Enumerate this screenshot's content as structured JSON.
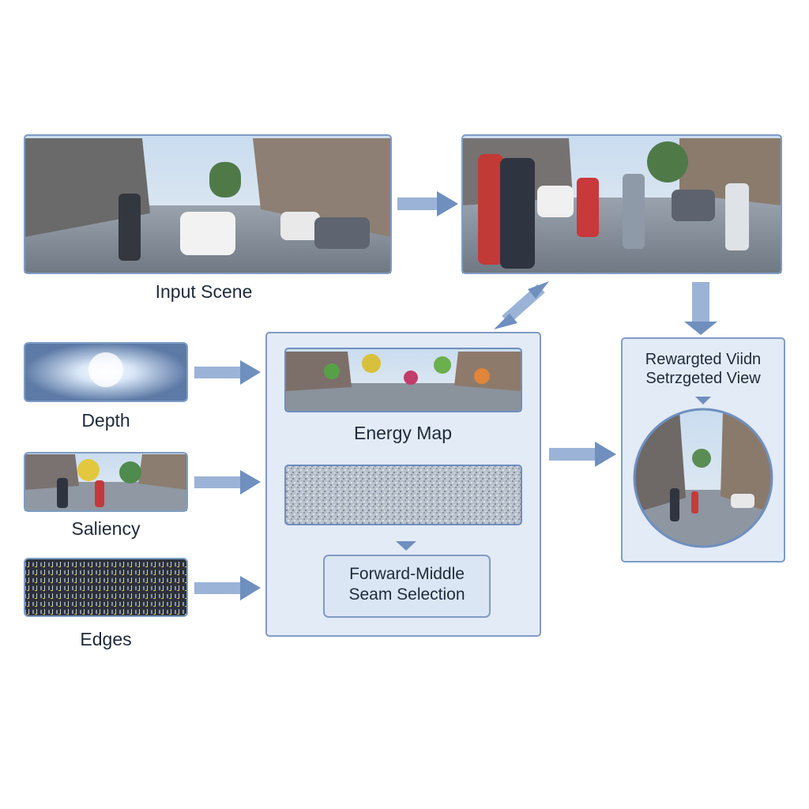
{
  "nodes": {
    "input_scene": {
      "label": "Input Scene"
    },
    "depth": {
      "label": "Depth"
    },
    "saliency": {
      "label": "Saliency"
    },
    "edges": {
      "label": "Edges"
    },
    "energy_map": {
      "label": "Energy Map"
    },
    "seam_selection": {
      "line1": "Forward-Middle",
      "line2": "Seam Selection"
    },
    "retargeted_view": {
      "line1": "Rewargted Viidn",
      "line2": "Setrzgeted View"
    }
  },
  "colors": {
    "frame": "#7f9cc4",
    "panel_fill": "#e3ebf6",
    "arrow": "#9bb3d6",
    "arrow_head": "#6f8fbf",
    "text": "#1f2a3a"
  }
}
